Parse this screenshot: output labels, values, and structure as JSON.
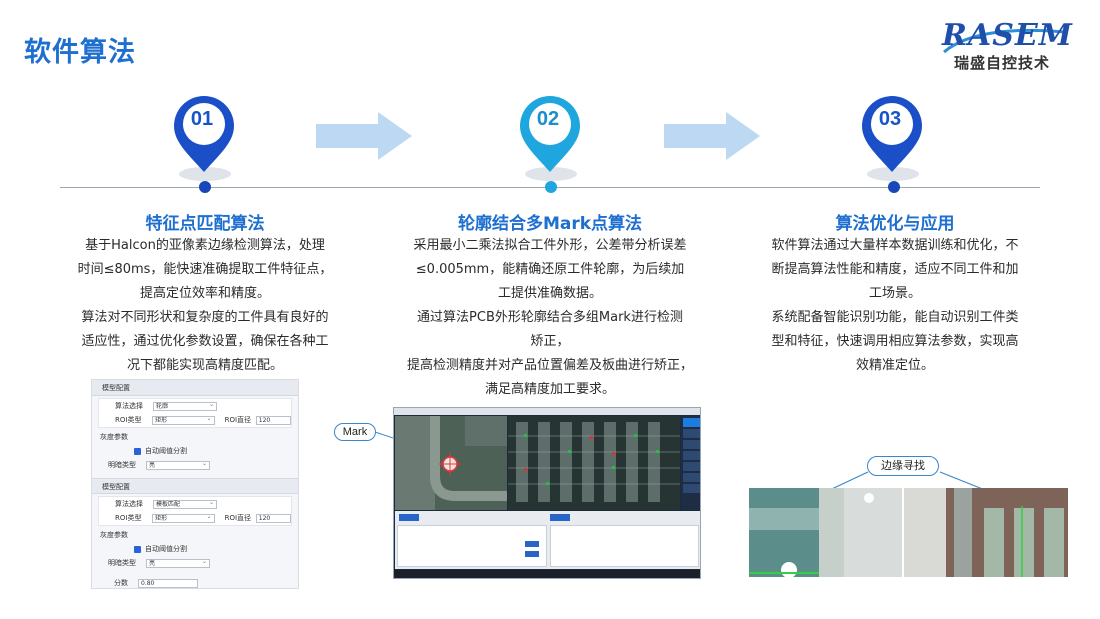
{
  "slide": {
    "title": "软件算法"
  },
  "logo": {
    "mark": "RASEM",
    "subtitle": "瑞盛自控技术",
    "colors": {
      "mark": "#1f4fa8",
      "swoosh": "#2a8fd6"
    }
  },
  "steps": [
    {
      "number": "01",
      "title": "特征点匹配算法",
      "lines": [
        "基于Halcon的亚像素边缘检测算法，处理",
        "时间≤80ms，能快速准确提取工件特征点，",
        "提高定位效率和精度。",
        "算法对不同形状和复杂度的工件具有良好的",
        "适应性，通过优化参数设置，确保在各种工",
        "况下都能实现高精度匹配。"
      ],
      "pin_color": "#1a4fc7"
    },
    {
      "number": "02",
      "title": "轮廓结合多Mark点算法",
      "lines": [
        "采用最小二乘法拟合工件外形，公差带分析误差",
        "≤0.005mm，能精确还原工件轮廓，为后续加",
        "工提供准确数据。",
        "通过算法PCB外形轮廓结合多组Mark进行检测",
        "矫正，",
        "提高检测精度并对产品位置偏差及板曲进行矫正，",
        "满足高精度加工要求。"
      ],
      "pin_color": "#1fa6de"
    },
    {
      "number": "03",
      "title": "算法优化与应用",
      "lines": [
        "软件算法通过大量样本数据训练和优化，不",
        "断提高算法性能和精度，适应不同工件和加",
        "工场景。",
        "系统配备智能识别功能，能自动识别工件类",
        "型和特征，快速调用相应算法参数，实现高",
        "效精准定位。"
      ],
      "pin_color": "#1a4fc7"
    }
  ],
  "screenshot1": {
    "header_1": "模型配置",
    "header_2": "模型配置",
    "algo_label": "算法选择",
    "algo_value_1": "轮廓",
    "algo_value_2": "模板匹配",
    "roi_type_label": "ROI类型",
    "roi_type_value": "矩形",
    "roi_size_label": "ROI直径",
    "roi_size_value": "120",
    "gray_label": "灰度参数",
    "auto_thresh": "自动阈值分割",
    "polarity_label": "明暗类型",
    "polarity_value": "亮",
    "score_label": "分数",
    "score_value": "0.80"
  },
  "screenshot2": {
    "callout": "Mark"
  },
  "screenshot3": {
    "callout": "边缘寻找"
  }
}
